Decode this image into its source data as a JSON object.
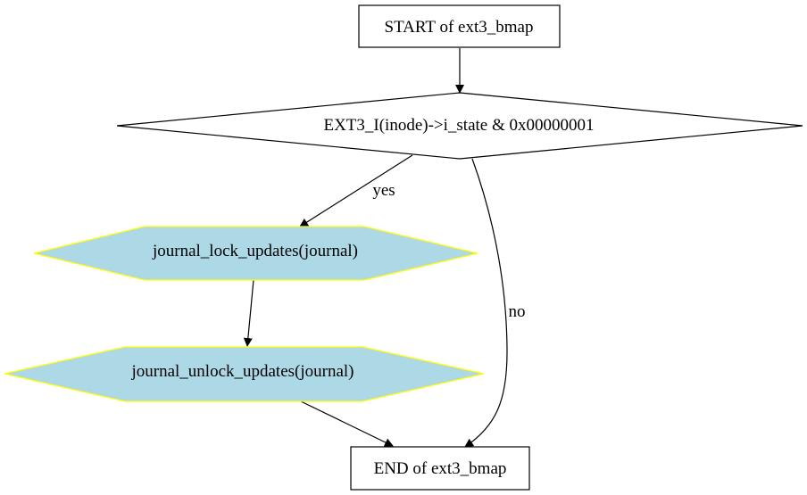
{
  "flowchart": {
    "nodes": {
      "start": {
        "label": "START of ext3_bmap",
        "shape": "rectangle"
      },
      "decision": {
        "label": "EXT3_I(inode)->i_state & 0x00000001",
        "shape": "diamond"
      },
      "lock": {
        "label": "journal_lock_updates(journal)",
        "shape": "hexagon"
      },
      "unlock": {
        "label": "journal_unlock_updates(journal)",
        "shape": "hexagon"
      },
      "end": {
        "label": "END of ext3_bmap",
        "shape": "rectangle"
      }
    },
    "edges": {
      "start_to_decision": {
        "from": "start",
        "to": "decision",
        "label": ""
      },
      "decision_to_lock": {
        "from": "decision",
        "to": "lock",
        "label": "yes"
      },
      "decision_to_end": {
        "from": "decision",
        "to": "end",
        "label": "no"
      },
      "lock_to_unlock": {
        "from": "lock",
        "to": "unlock",
        "label": ""
      },
      "unlock_to_end": {
        "from": "unlock",
        "to": "end",
        "label": ""
      }
    },
    "colors": {
      "action_fill": "#add8e6",
      "action_border": "#ffff00",
      "stroke": "#000000",
      "background": "#ffffff"
    }
  }
}
